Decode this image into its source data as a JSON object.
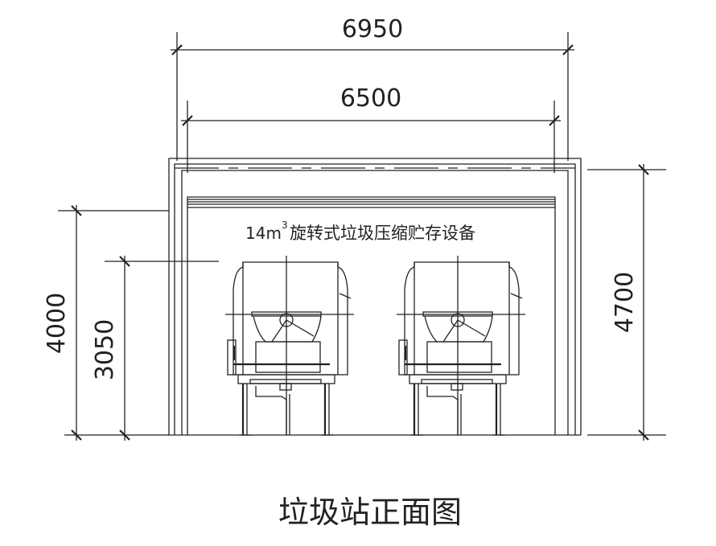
{
  "dimensions": {
    "overall_width": "6950",
    "inner_width": "6500",
    "height_left_outer": "4000",
    "height_left_inner": "3050",
    "height_right": "4700"
  },
  "label": {
    "prefix": "14m",
    "superscript": "3",
    "text": "旋转式垃圾压缩贮存设备"
  },
  "title": "垃圾站正面图"
}
